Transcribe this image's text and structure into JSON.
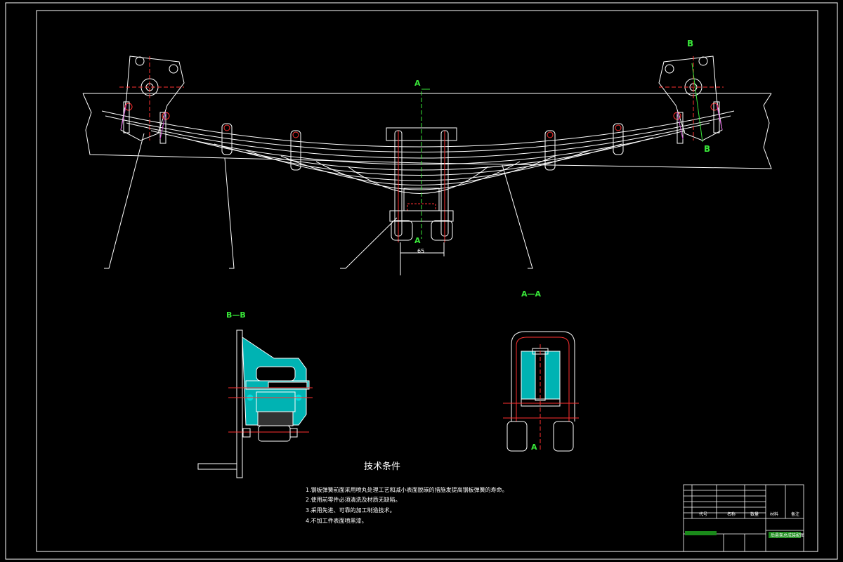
{
  "colors": {
    "background": "#000000",
    "outline": "#ffffff",
    "centerline": "#ff3030",
    "section_fill": "#00b3b3",
    "label": "#39e639"
  },
  "labels": {
    "section_a_top": "A",
    "section_a_bottom": "A",
    "section_b_top": "B",
    "section_b_bottom": "B",
    "view_bb": "B—B",
    "view_aa": "A—A",
    "dimension_65": "65"
  },
  "notes": {
    "title": "技术条件",
    "items": [
      "1.钢板弹簧前面采用喷丸处理工艺和减小表面脱碳的措施发提高钢板弹簧的寿命。",
      "2.使用前零件必须清洗及材质无缺陷。",
      "3.采用先进、可靠的加工制造技术。",
      "4.不加工件表面喷黑漆。"
    ]
  },
  "title_block": {
    "cells": [
      "代号",
      "名称",
      "数量",
      "材料",
      "备注"
    ],
    "drawing_name": "后悬架总成装配图"
  }
}
